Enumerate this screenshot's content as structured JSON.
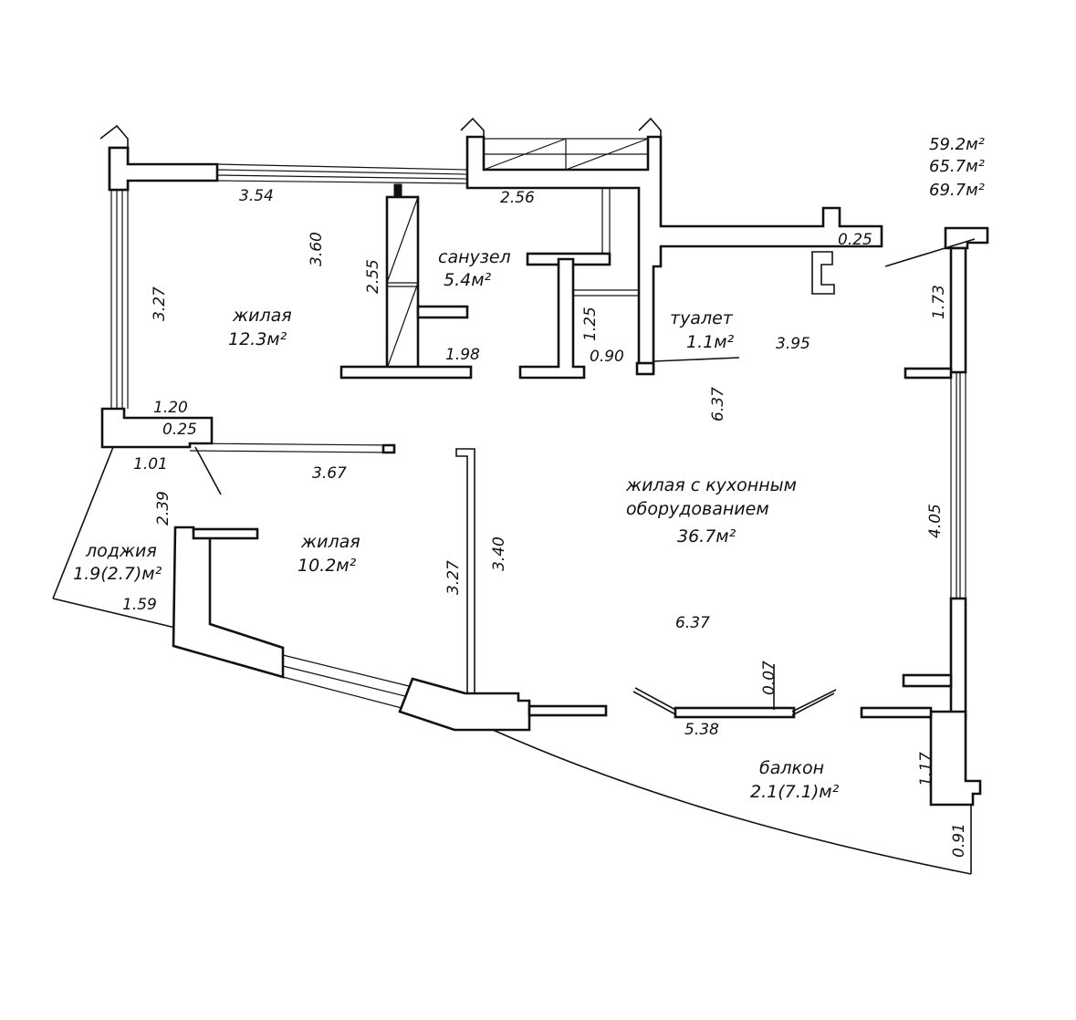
{
  "totals": [
    "59.2м²",
    "65.7м²",
    "69.7м²"
  ],
  "rooms": {
    "bedroom1": {
      "name": "жилая",
      "area": "12.3м²"
    },
    "bathroom": {
      "name": "санузел",
      "area": "5.4м²"
    },
    "toilet": {
      "name": "туалет",
      "area": "1.1м²"
    },
    "living": {
      "name_line1": "жилая с кухонным",
      "name_line2": "оборудованием",
      "area": "36.7м²"
    },
    "bedroom2": {
      "name": "жилая",
      "area": "10.2м²"
    },
    "loggia": {
      "name": "лоджия",
      "area": "1.9(2.7)м²"
    },
    "balcony": {
      "name": "балкон",
      "area": "2.1(7.1)м²"
    }
  },
  "dimensions": {
    "d_354": "3.54",
    "d_256": "2.56",
    "d_025_top": "0.25",
    "d_360": "3.60",
    "d_255": "2.55",
    "d_327_left": "3.27",
    "d_173": "1.73",
    "d_125": "1.25",
    "d_198": "1.98",
    "d_090": "0.90",
    "d_395": "3.95",
    "d_637_vert": "6.37",
    "d_120": "1.20",
    "d_025_mid": "0.25",
    "d_101": "1.01",
    "d_367": "3.67",
    "d_239": "2.39",
    "d_405": "4.05",
    "d_327_mid": "3.27",
    "d_340": "3.40",
    "d_159": "1.59",
    "d_637_horiz": "6.37",
    "d_007": "0.07",
    "d_538": "5.38",
    "d_117": "1.17",
    "d_091": "0.91"
  }
}
